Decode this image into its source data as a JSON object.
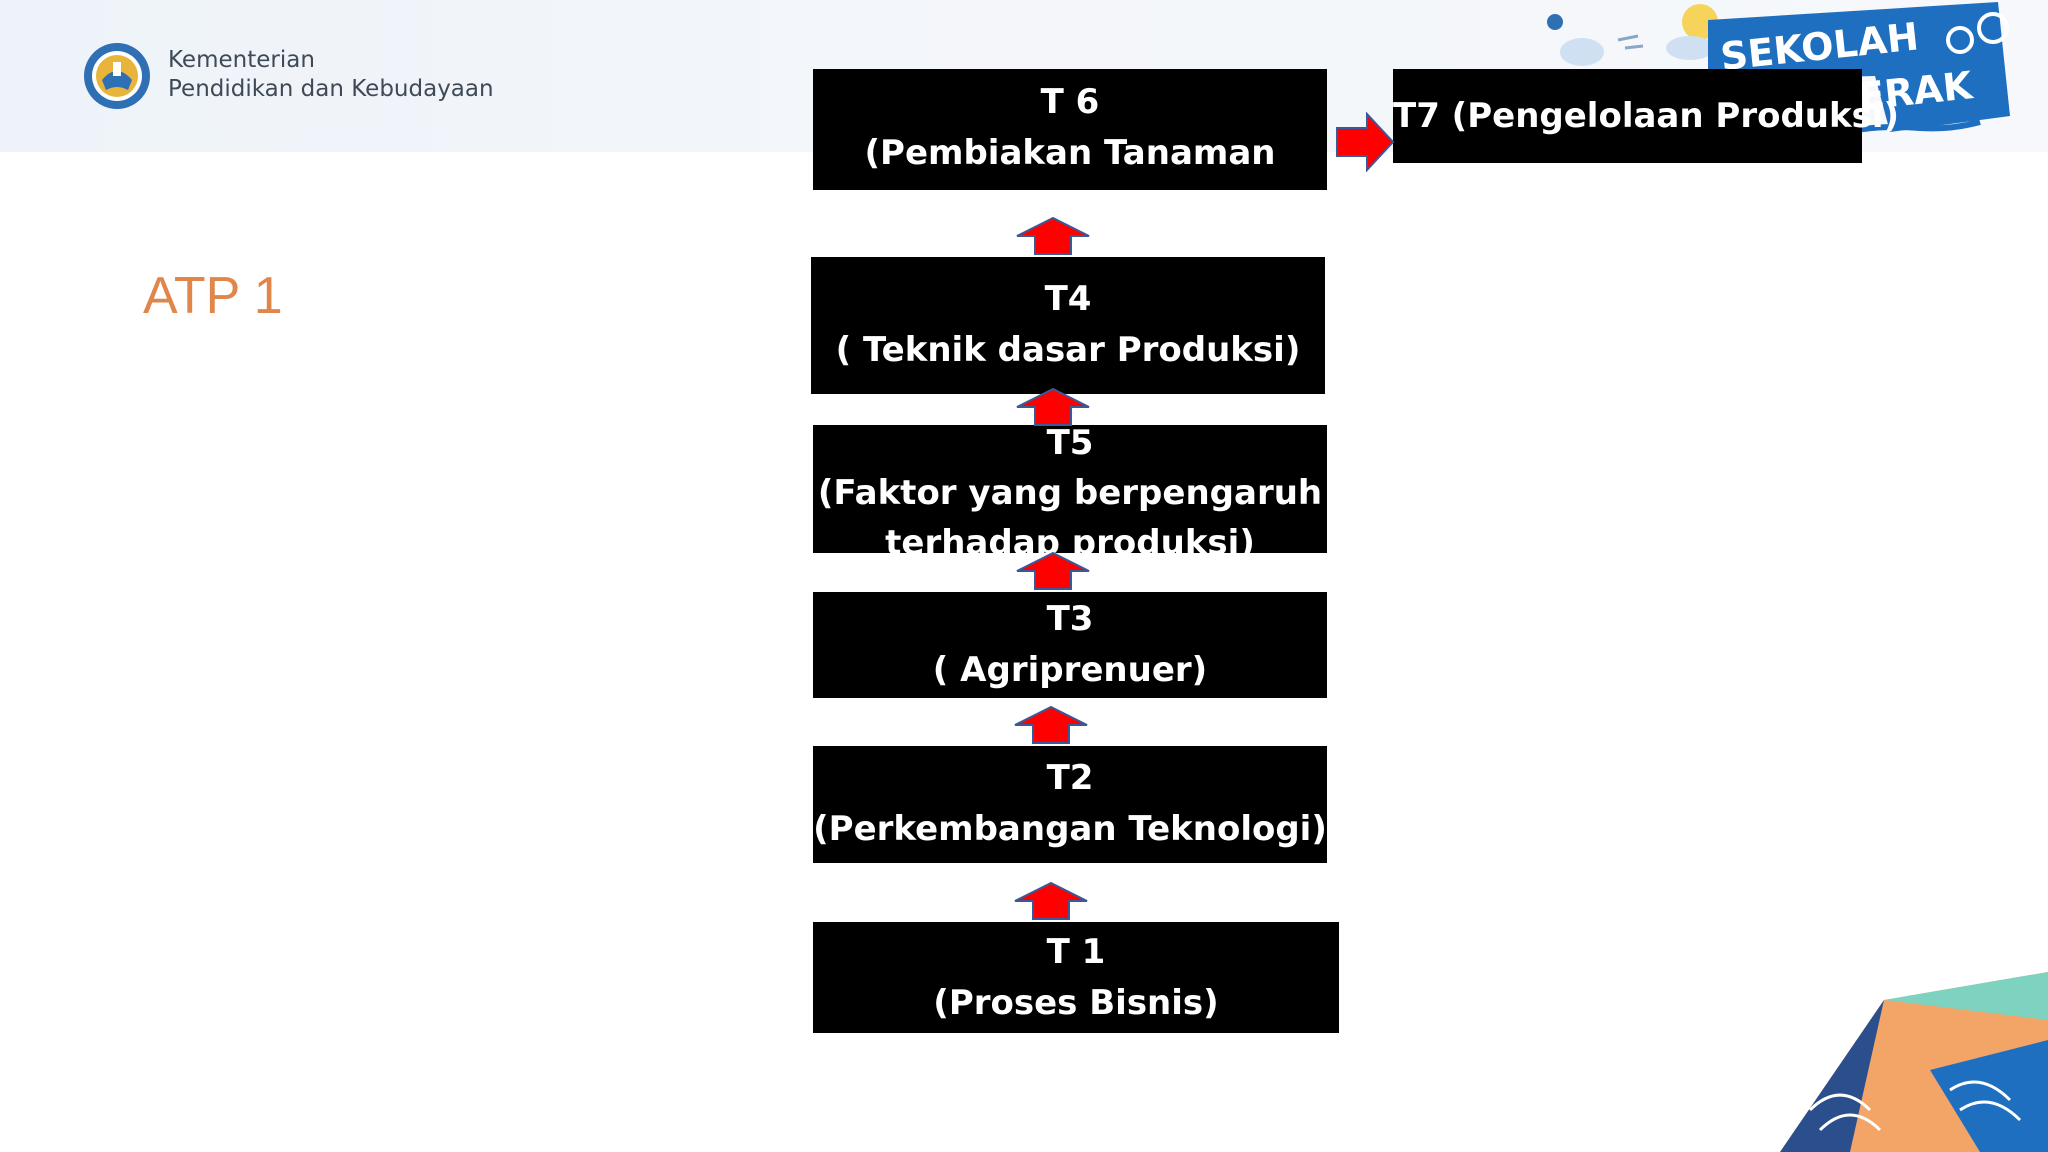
{
  "header": {
    "ministry_line1": "Kementerian",
    "ministry_line2": "Pendidikan dan Kebudayaan",
    "badge_line1": "SEKOLAH",
    "badge_line2": "ERAK"
  },
  "slide": {
    "title": "ATP 1"
  },
  "diagram": {
    "nodes": [
      {
        "id": "T6",
        "line1": "T 6",
        "line2": "(Pembiakan Tanaman"
      },
      {
        "id": "T7",
        "line1": "T7 (Pengelolaan Produksi)"
      },
      {
        "id": "T4",
        "line1": "T4",
        "line2": "( Teknik dasar Produksi)"
      },
      {
        "id": "T5",
        "line1": "T5",
        "line2": "(Faktor yang berpengaruh",
        "line3": "terhadap produksi)"
      },
      {
        "id": "T3",
        "line1": "T3",
        "line2": "( Agriprenuer)"
      },
      {
        "id": "T2",
        "line1": "T2",
        "line2": "(Perkembangan Teknologi)"
      },
      {
        "id": "T1",
        "line1": "T 1",
        "line2": "(Proses Bisnis)"
      }
    ],
    "edges": [
      {
        "from": "T1",
        "to": "T2"
      },
      {
        "from": "T2",
        "to": "T3"
      },
      {
        "from": "T3",
        "to": "T5"
      },
      {
        "from": "T5",
        "to": "T4"
      },
      {
        "from": "T4",
        "to": "T6"
      },
      {
        "from": "T6",
        "to": "T7"
      }
    ],
    "colors": {
      "box_fill": "#000000",
      "box_text": "#ffffff",
      "arrow_fill": "#ff0000",
      "arrow_stroke": "#3b5998"
    }
  },
  "colors": {
    "title": "#e0864a",
    "ministry_text": "#3f4a57",
    "badge_blue": "#1f6fc1"
  }
}
